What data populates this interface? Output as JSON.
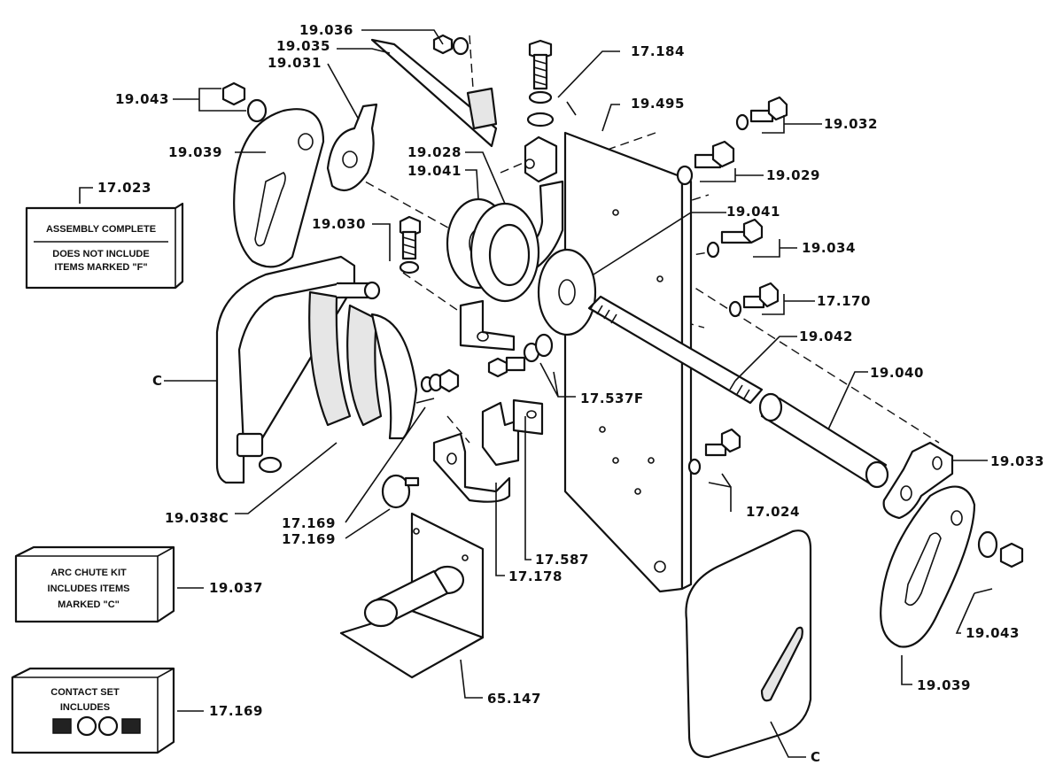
{
  "labels": {
    "p19036": "19.036",
    "p19035": "19.035",
    "p19031": "19.031",
    "p17184": "17.184",
    "p19043a": "19.043",
    "p19495": "19.495",
    "p19032": "19.032",
    "p19039a": "19.039",
    "p19028": "19.028",
    "p19041a": "19.041",
    "p19029": "19.029",
    "p17023": "17.023",
    "p19030": "19.030",
    "p19041b": "19.041",
    "p19034": "19.034",
    "p17170": "17.170",
    "p19042": "19.042",
    "pC1": "C",
    "p19040": "19.040",
    "p17537F": "17.537F",
    "p19033": "19.033",
    "p19038C": "19.038C",
    "p17024": "17.024",
    "p17169a": "17.169",
    "p17169b": "17.169",
    "p17587": "17.587",
    "p17178": "17.178",
    "p19037": "19.037",
    "p19043b": "19.043",
    "p19039b": "19.039",
    "p65147": "65.147",
    "p17169c": "17.169",
    "pC2": "C"
  },
  "boxes": {
    "assembly": {
      "line1": "ASSEMBLY COMPLETE",
      "line2": "DOES NOT INCLUDE",
      "line3": "ITEMS MARKED \"F\""
    },
    "arc_chute": {
      "line1": "ARC CHUTE KIT",
      "line2": "INCLUDES ITEMS",
      "line3": "MARKED \"C\""
    },
    "contact_set": {
      "line1": "CONTACT SET",
      "line2": "INCLUDES"
    }
  }
}
